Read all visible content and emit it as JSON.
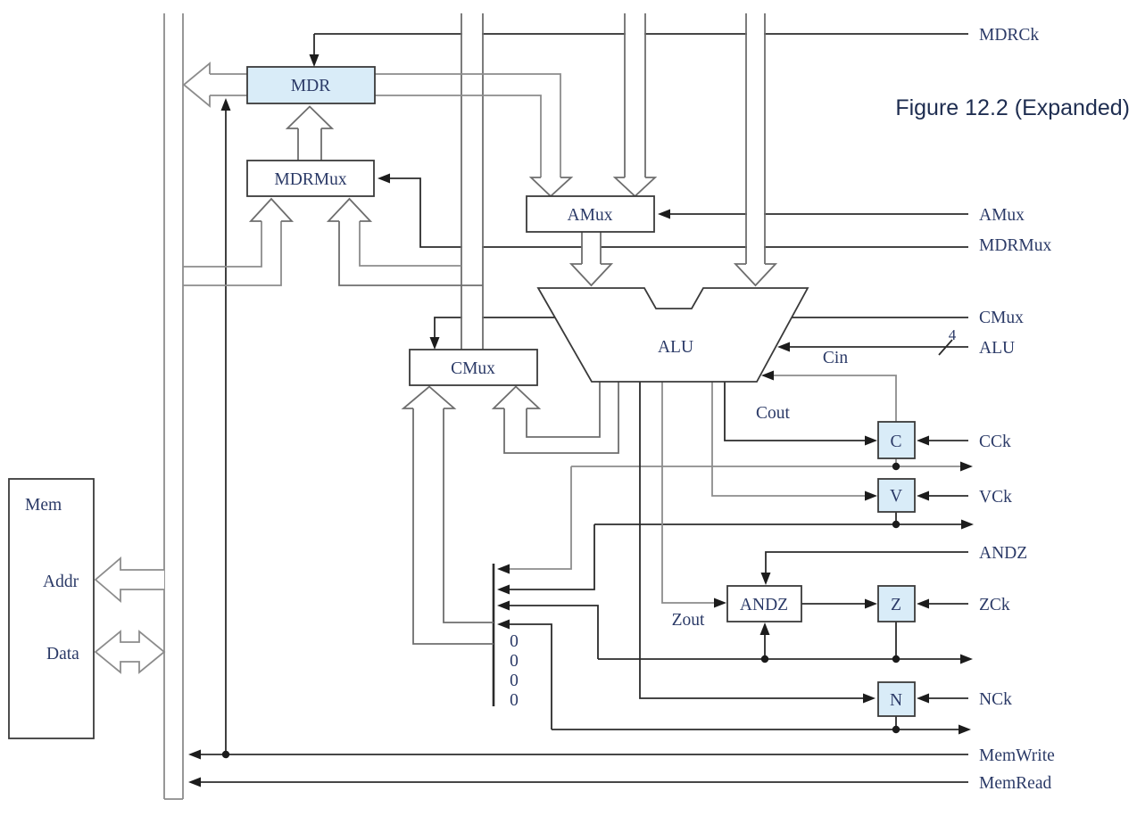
{
  "title": "Figure 12.2 (Expanded)",
  "right_labels": {
    "mdrck": "MDRCk",
    "amux": "AMux",
    "mdrmux": "MDRMux",
    "cmux": "CMux",
    "alu": "ALU",
    "cck": "CCk",
    "vck": "VCk",
    "andz": "ANDZ",
    "zck": "ZCk",
    "nck": "NCk",
    "memwrite": "MemWrite",
    "memread": "MemRead"
  },
  "blocks": {
    "mdr": "MDR",
    "mdrmux": "MDRMux",
    "amux": "AMux",
    "cmux": "CMux",
    "alu": "ALU",
    "andz": "ANDZ",
    "c": "C",
    "v": "V",
    "z": "Z",
    "n": "N",
    "mem": "Mem"
  },
  "mem_ports": {
    "addr": "Addr",
    "data": "Data"
  },
  "inline": {
    "cin": "Cin",
    "cout": "Cout",
    "zout": "Zout",
    "bus_width": "4",
    "zeros": [
      "0",
      "0",
      "0",
      "0"
    ]
  },
  "colors": {
    "register_fill": "#d9ecf8",
    "control_line": "#2b2b2b",
    "data_bus": "#8c8c8c",
    "label_text": "#2b3a67"
  }
}
